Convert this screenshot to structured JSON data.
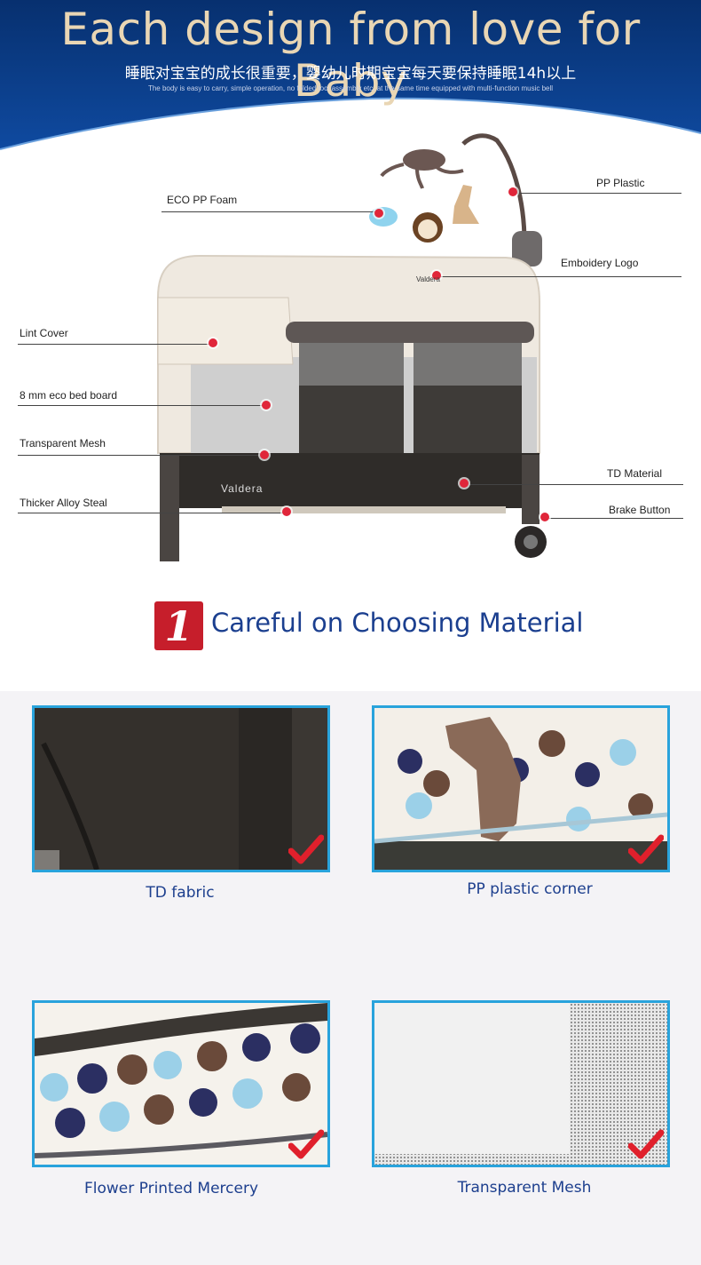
{
  "header": {
    "title": "Each design from love for Baby",
    "subtitle_cn": "睡眠对宝宝的成长很重要，婴幼儿时期宝宝每天要保持睡眠14h以上",
    "subtitle_en": "The body is easy to carry, simple operation, no folded tool assembly etc, at the same time equipped with multi-function music bell"
  },
  "product": {
    "brand": "Valdera",
    "callouts": {
      "eco_foam": "ECO  PP  Foam",
      "pp_plastic": "PP  Plastic",
      "logo": "Emboidery Logo",
      "lint": "Lint Cover",
      "bed_board": "8 mm eco bed board",
      "mesh": "Transparent Mesh",
      "td": "TD Material",
      "alloy": "Thicker Alloy Steal",
      "brake": "Brake Button"
    }
  },
  "section": {
    "number": "1",
    "title": "Careful on Choosing Material"
  },
  "materials": [
    {
      "caption": "TD fabric"
    },
    {
      "caption": "PP plastic corner"
    },
    {
      "caption": "Flower Printed Mercery"
    },
    {
      "caption": "Transparent Mesh"
    }
  ],
  "colors": {
    "header_blue": "#0b3f8f",
    "title_cream": "#e9d6b4",
    "accent_red": "#c61e2b",
    "caption_blue": "#1d3f8e",
    "frame_blue": "#29a3dc"
  }
}
